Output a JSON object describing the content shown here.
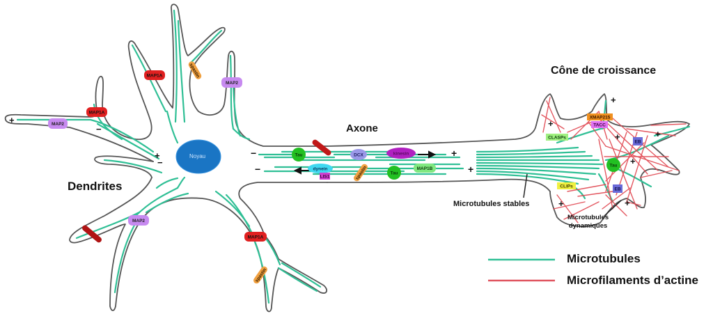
{
  "diagram": {
    "type": "neuron-cytoskeleton",
    "regions": {
      "dendrites": "Dendrites",
      "axon": "Axone",
      "growth_cone": "Cône de croissance",
      "nucleus": "Noyau"
    },
    "annotations": {
      "stable_mt": "Microtubules stables",
      "dynamic_mt_line1": "Microtubules",
      "dynamic_mt_line2": "dynamiques"
    },
    "legend": [
      {
        "label": "Microtubules",
        "color": "#2fbf95"
      },
      {
        "label": "Microfilaments d’actine",
        "color": "#e05560"
      }
    ],
    "colors": {
      "membrane": "#555555",
      "microtubule": "#2fbf95",
      "actin": "#e0454f",
      "nucleus": "#1a75c4",
      "map1a": "#e02020",
      "map2": "#c78af0",
      "tau": "#22c022",
      "dcx": "#9a98e8",
      "kinesin": "#b020c0",
      "dynein": "#40d8f0",
      "lis1": "#d040d0",
      "map1b": "#80e880",
      "spastin": "#f0a040",
      "katanin": "#c01818",
      "xmap215": "#f09020",
      "tacc": "#e070f0",
      "clasps": "#a0f080",
      "clips": "#f0f040",
      "eb": "#6a6ad8"
    },
    "proteins": {
      "map1a": "MAP1A",
      "map2": "MAP2",
      "tau": "Tau",
      "dcx": "DCX",
      "kinesin": "kinesin",
      "dynein": "dynein",
      "lis1": "LIS1",
      "map1b": "MAP1B",
      "spastin": "spastin",
      "xmap215": "XMAP215",
      "tacc": "TACC",
      "clasps": "CLASPs",
      "clips": "CLIPs",
      "eb": "EB"
    },
    "polarity": {
      "plus": "+",
      "minus": "−"
    }
  }
}
